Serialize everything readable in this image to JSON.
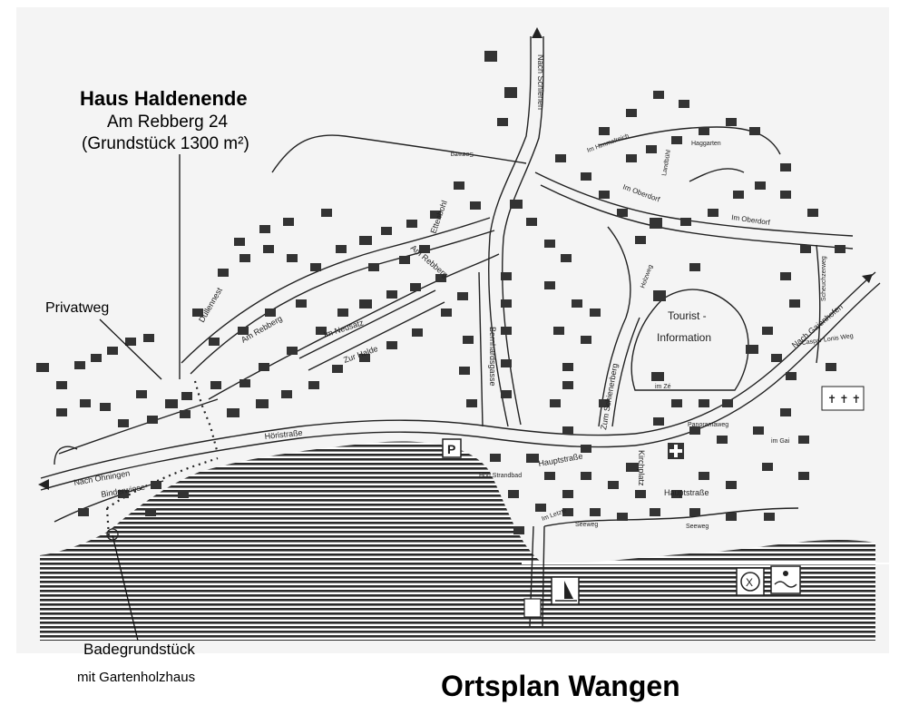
{
  "annotations": {
    "house_title": "Haus Haldenende",
    "house_address": "Am Rebberg 24",
    "house_plot": "(Grundstück 1300 m²)",
    "privatweg": "Privatweg",
    "badegrundstueck": "Badegrundstück",
    "gartenholzhaus": "mit Gartenholzhaus"
  },
  "map_title": "Ortsplan Wangen",
  "street_labels": {
    "nach_schienen": "Nach Schienen",
    "nach_oehningen": "Nach Öhningen",
    "nach_gaienhofen": "Nach Gaienhofen",
    "caspar_lonis_weg": "Caspar Lonis Weg",
    "am_rebberg_upper": "Am Rebberg",
    "am_rebberg_lower": "Am Rebberg",
    "im_neusatz": "Im Neusatz",
    "zur_halde": "Zur Halde",
    "duellenest": "Düllennest",
    "ettenbohl": "Ettenbohl",
    "bernhardsgasse": "Bernhardsgasse",
    "hoeristrasse": "Höristraße",
    "hauptstrasse_left": "Hauptstraße",
    "hauptstrasse_right": "Hauptstraße",
    "zum_schienerberg": "Zum Schienerberg",
    "kirchplatz": "Kirchplatz",
    "seeweg_left": "Seeweg",
    "seeweg_right": "Seeweg",
    "im_oberdorf_left": "Im Oberdorf",
    "im_oberdorf_right": "Im Oberdorf",
    "haggarten": "Haggarten",
    "scheuchzerweg": "Scheuchzerweg",
    "holzweg": "Holzweg",
    "im_himmelreich": "Im Himmelreich",
    "landbuehl": "Landbühl",
    "seeweg_top": "Seeweg",
    "binderwiese": "Binderwiese",
    "hoeri_strandbad": "Höri Strandbad",
    "im_gai": "im Gai",
    "panoramaweg": "Panoramaweg",
    "im_ze": "im Zé",
    "tourist_info_1": "Tourist -",
    "tourist_info_2": "Information",
    "parking": "P",
    "im_letzte": "Im Letzte"
  }
}
